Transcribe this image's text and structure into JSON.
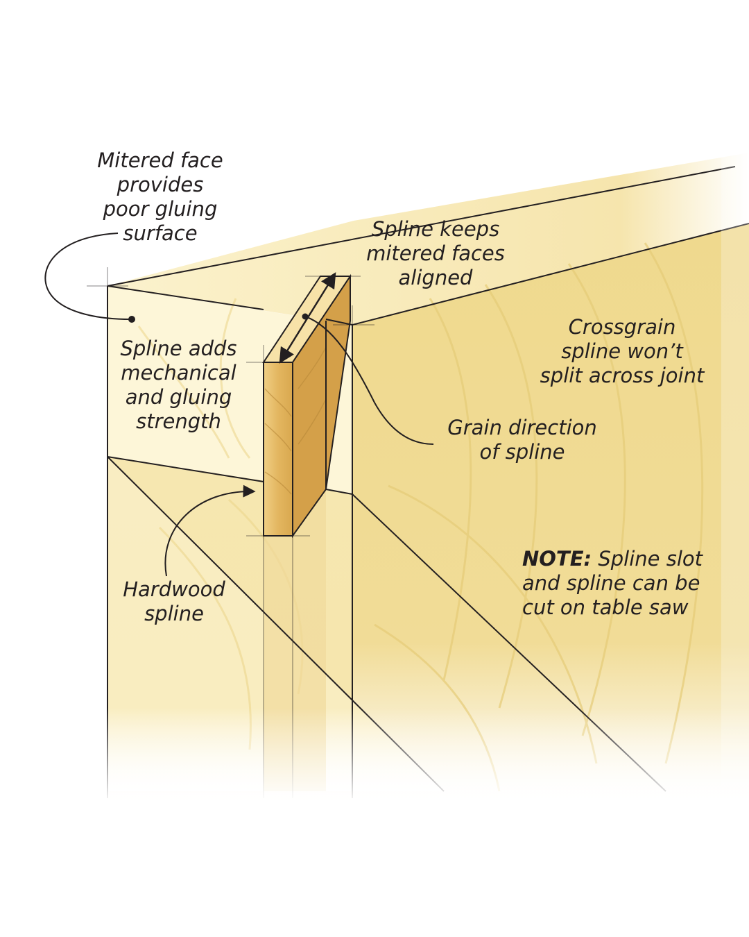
{
  "colors": {
    "wood_light": "#fbf1c7",
    "wood_mid": "#f1dc97",
    "wood_dark": "#e8cd72",
    "end_grain": "#fdf7dc",
    "spline_face": "#e2b45a",
    "spline_edge": "#f4dc9a",
    "line": "#231f20"
  },
  "labels": {
    "mitered_face": [
      "Mitered face",
      "provides",
      "poor gluing",
      "surface"
    ],
    "spline_keeps": [
      "Spline keeps",
      "mitered faces",
      "aligned"
    ],
    "crossgrain": [
      "Crossgrain",
      "spline won’t",
      "split across joint"
    ],
    "spline_adds": [
      "Spline adds",
      "mechanical",
      "and gluing",
      "strength"
    ],
    "grain_direction": [
      "Grain direction",
      "of spline"
    ],
    "hardwood_spline": [
      "Hardwood",
      "spline"
    ],
    "note": {
      "heading": "NOTE:",
      "line1": " Spline slot",
      "line2": "and spline can be",
      "line3": "cut on table saw"
    }
  }
}
